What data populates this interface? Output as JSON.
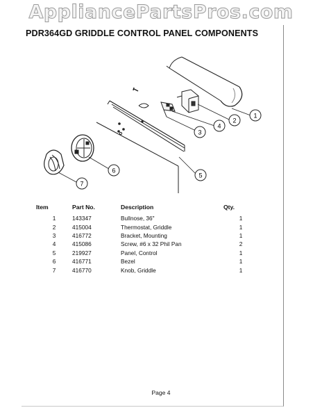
{
  "watermark": "AppliancePartsPros.com",
  "title": "PDR364GD GRIDDLE CONTROL PANEL COMPONENTS",
  "callouts": [
    "1",
    "2",
    "3",
    "4",
    "5",
    "6",
    "7"
  ],
  "table": {
    "headers": {
      "item": "Item",
      "part": "Part No.",
      "desc": "Description",
      "qty": "Qty."
    },
    "rows": [
      {
        "item": "1",
        "part": "143347",
        "desc": "Bullnose, 36\"",
        "qty": "1"
      },
      {
        "item": "2",
        "part": "415004",
        "desc": "Thermostat, Griddle",
        "qty": "1"
      },
      {
        "item": "3",
        "part": "416772",
        "desc": "Bracket, Mounting",
        "qty": "1"
      },
      {
        "item": "4",
        "part": "415086",
        "desc": "Screw, #6 x 32 Phil Pan",
        "qty": "2"
      },
      {
        "item": "5",
        "part": "219927",
        "desc": "Panel, Control",
        "qty": "1"
      },
      {
        "item": "6",
        "part": "416771",
        "desc": "Bezel",
        "qty": "1"
      },
      {
        "item": "7",
        "part": "416770",
        "desc": "Knob, Griddle",
        "qty": "1"
      }
    ]
  },
  "page_label": "Page 4"
}
